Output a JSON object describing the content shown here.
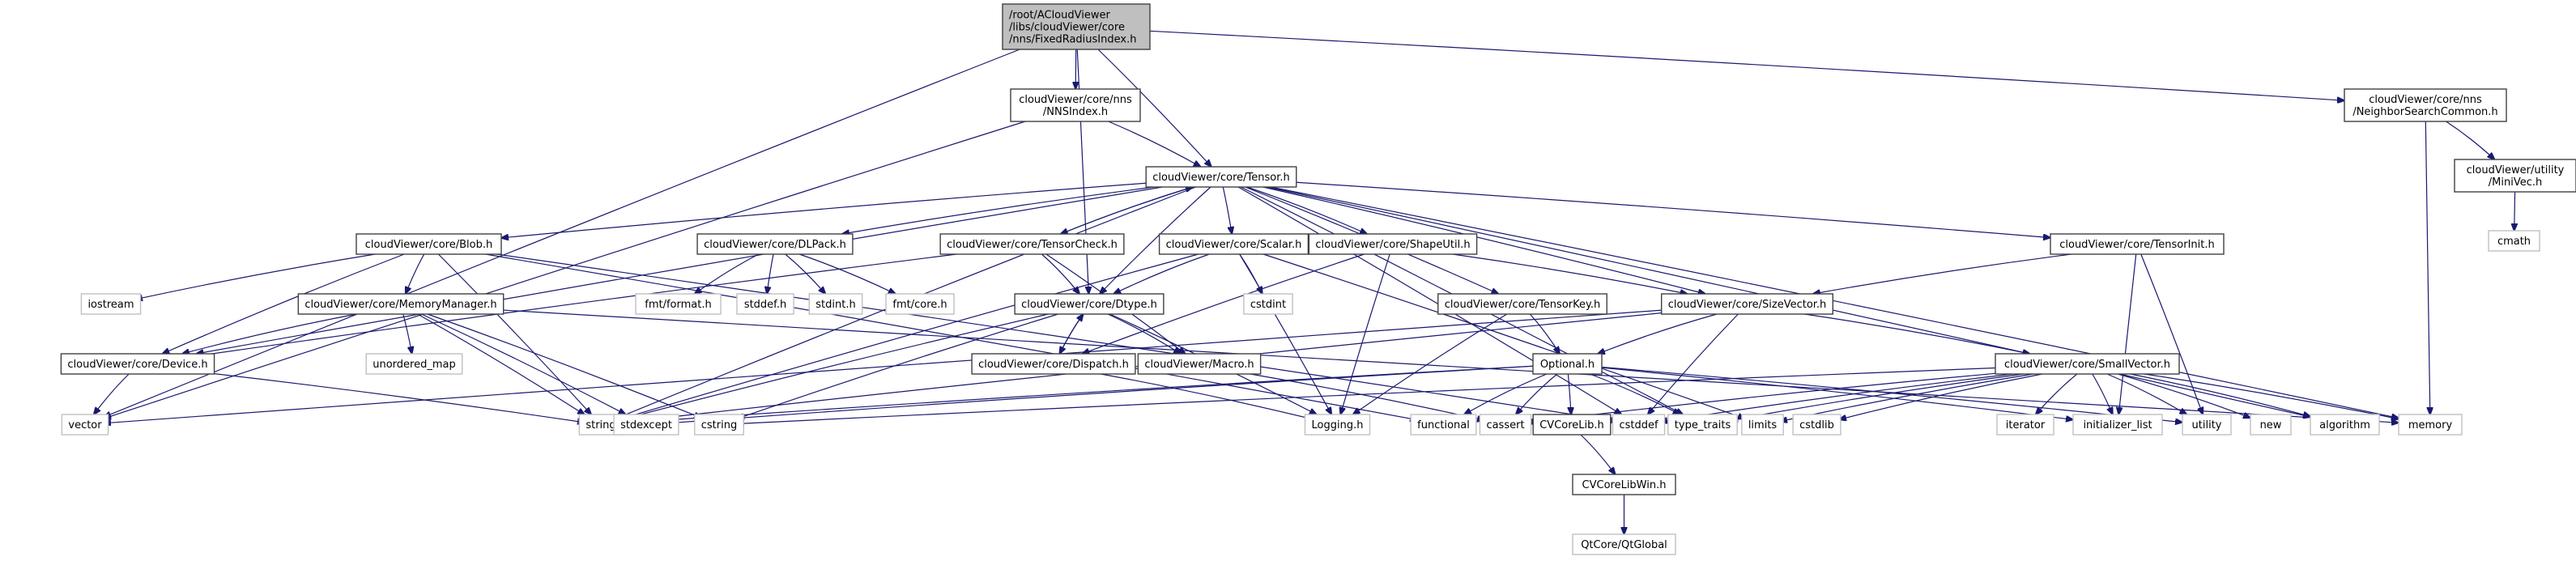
{
  "title": "Include dependency graph for FixedRadiusIndex.h",
  "colors": {
    "edge": "#191970",
    "root_fill": "#bfbfbf",
    "root_stroke": "#404040",
    "internal_stroke": "#404040",
    "external_stroke": "#c0c0c0",
    "node_fill": "#ffffff"
  },
  "nodes": [
    {
      "id": "root",
      "kind": "root",
      "lines": [
        "/root/ACloudViewer",
        "/libs/cloudViewer/core",
        "/nns/FixedRadiusIndex.h"
      ]
    },
    {
      "id": "nnsindex",
      "kind": "internal",
      "lines": [
        "cloudViewer/core/nns",
        "/NNSIndex.h"
      ]
    },
    {
      "id": "nscommon",
      "kind": "internal",
      "lines": [
        "cloudViewer/core/nns",
        "/NeighborSearchCommon.h"
      ]
    },
    {
      "id": "minivec",
      "kind": "internal",
      "lines": [
        "cloudViewer/utility",
        "/MiniVec.h"
      ]
    },
    {
      "id": "cmath",
      "kind": "external",
      "lines": [
        "cmath"
      ]
    },
    {
      "id": "tensor",
      "kind": "internal",
      "lines": [
        "cloudViewer/core/Tensor.h"
      ]
    },
    {
      "id": "blob",
      "kind": "internal",
      "lines": [
        "cloudViewer/core/Blob.h"
      ]
    },
    {
      "id": "dlpack",
      "kind": "internal",
      "lines": [
        "cloudViewer/core/DLPack.h"
      ]
    },
    {
      "id": "tensorcheck",
      "kind": "internal",
      "lines": [
        "cloudViewer/core/TensorCheck.h"
      ]
    },
    {
      "id": "scalar",
      "kind": "internal",
      "lines": [
        "cloudViewer/core/Scalar.h"
      ]
    },
    {
      "id": "shapeutil",
      "kind": "internal",
      "lines": [
        "cloudViewer/core/ShapeUtil.h"
      ]
    },
    {
      "id": "tensorinit",
      "kind": "internal",
      "lines": [
        "cloudViewer/core/TensorInit.h"
      ]
    },
    {
      "id": "iostream",
      "kind": "external",
      "lines": [
        "iostream"
      ]
    },
    {
      "id": "memmgr",
      "kind": "internal",
      "lines": [
        "cloudViewer/core/MemoryManager.h"
      ]
    },
    {
      "id": "fmtformat",
      "kind": "external",
      "lines": [
        "fmt/format.h"
      ]
    },
    {
      "id": "stddef",
      "kind": "external",
      "lines": [
        "stddef.h"
      ]
    },
    {
      "id": "stdint",
      "kind": "external",
      "lines": [
        "stdint.h"
      ]
    },
    {
      "id": "fmtcore",
      "kind": "external",
      "lines": [
        "fmt/core.h"
      ]
    },
    {
      "id": "dtype",
      "kind": "internal",
      "lines": [
        "cloudViewer/core/Dtype.h"
      ]
    },
    {
      "id": "cstdint",
      "kind": "external",
      "lines": [
        "cstdint"
      ]
    },
    {
      "id": "tensorkey",
      "kind": "internal",
      "lines": [
        "cloudViewer/core/TensorKey.h"
      ]
    },
    {
      "id": "sizevector",
      "kind": "internal",
      "lines": [
        "cloudViewer/core/SizeVector.h"
      ]
    },
    {
      "id": "device",
      "kind": "internal",
      "lines": [
        "cloudViewer/core/Device.h"
      ]
    },
    {
      "id": "unordered_map",
      "kind": "external",
      "lines": [
        "unordered_map"
      ]
    },
    {
      "id": "dispatch",
      "kind": "internal",
      "lines": [
        "cloudViewer/core/Dispatch.h"
      ]
    },
    {
      "id": "macro",
      "kind": "internal",
      "lines": [
        "cloudViewer/Macro.h"
      ]
    },
    {
      "id": "optional",
      "kind": "internal",
      "lines": [
        "Optional.h"
      ]
    },
    {
      "id": "smallvector",
      "kind": "internal",
      "lines": [
        "cloudViewer/core/SmallVector.h"
      ]
    },
    {
      "id": "vector",
      "kind": "external",
      "lines": [
        "vector"
      ]
    },
    {
      "id": "string",
      "kind": "external",
      "lines": [
        "string"
      ]
    },
    {
      "id": "stdexcept",
      "kind": "external",
      "lines": [
        "stdexcept"
      ]
    },
    {
      "id": "cstring",
      "kind": "external",
      "lines": [
        "cstring"
      ]
    },
    {
      "id": "logging",
      "kind": "external",
      "lines": [
        "Logging.h"
      ]
    },
    {
      "id": "functional",
      "kind": "external",
      "lines": [
        "functional"
      ]
    },
    {
      "id": "cassert",
      "kind": "external",
      "lines": [
        "cassert"
      ]
    },
    {
      "id": "cvcorelib",
      "kind": "internal",
      "lines": [
        "CVCoreLib.h"
      ]
    },
    {
      "id": "cstddef",
      "kind": "external",
      "lines": [
        "cstddef"
      ]
    },
    {
      "id": "type_traits",
      "kind": "external",
      "lines": [
        "type_traits"
      ]
    },
    {
      "id": "limits",
      "kind": "external",
      "lines": [
        "limits"
      ]
    },
    {
      "id": "cstdlib",
      "kind": "external",
      "lines": [
        "cstdlib"
      ]
    },
    {
      "id": "iterator",
      "kind": "external",
      "lines": [
        "iterator"
      ]
    },
    {
      "id": "initializer_list",
      "kind": "external",
      "lines": [
        "initializer_list"
      ]
    },
    {
      "id": "utility",
      "kind": "external",
      "lines": [
        "utility"
      ]
    },
    {
      "id": "new",
      "kind": "external",
      "lines": [
        "new"
      ]
    },
    {
      "id": "algorithm",
      "kind": "external",
      "lines": [
        "algorithm"
      ]
    },
    {
      "id": "memory",
      "kind": "external",
      "lines": [
        "memory"
      ]
    },
    {
      "id": "cvcorelibwin",
      "kind": "internal",
      "lines": [
        "CVCoreLibWin.h"
      ]
    },
    {
      "id": "qtglobal",
      "kind": "external",
      "lines": [
        "QtCore/QtGlobal"
      ]
    }
  ],
  "edges": [
    [
      "root",
      "nnsindex"
    ],
    [
      "root",
      "tensor"
    ],
    [
      "root",
      "nscommon"
    ],
    [
      "root",
      "vector"
    ],
    [
      "root",
      "dtype"
    ],
    [
      "nnsindex",
      "tensor"
    ],
    [
      "nnsindex",
      "vector"
    ],
    [
      "nscommon",
      "minivec"
    ],
    [
      "nscommon",
      "memory"
    ],
    [
      "minivec",
      "cmath"
    ],
    [
      "tensor",
      "blob"
    ],
    [
      "tensor",
      "dlpack"
    ],
    [
      "tensor",
      "tensorcheck"
    ],
    [
      "tensor",
      "scalar"
    ],
    [
      "tensor",
      "shapeutil"
    ],
    [
      "tensor",
      "tensorinit"
    ],
    [
      "tensor",
      "tensorkey"
    ],
    [
      "tensor",
      "sizevector"
    ],
    [
      "tensor",
      "dtype"
    ],
    [
      "tensor",
      "device"
    ],
    [
      "tensor",
      "string"
    ],
    [
      "tensor",
      "cstddef"
    ],
    [
      "tensor",
      "type_traits"
    ],
    [
      "tensor",
      "algorithm"
    ],
    [
      "tensor",
      "memory"
    ],
    [
      "blob",
      "memmgr"
    ],
    [
      "blob",
      "device"
    ],
    [
      "blob",
      "iostream"
    ],
    [
      "blob",
      "string"
    ],
    [
      "blob",
      "functional"
    ],
    [
      "blob",
      "cstddef"
    ],
    [
      "memmgr",
      "device"
    ],
    [
      "memmgr",
      "unordered_map"
    ],
    [
      "memmgr",
      "string"
    ],
    [
      "memmgr",
      "stdexcept"
    ],
    [
      "memmgr",
      "cstring"
    ],
    [
      "memmgr",
      "memory"
    ],
    [
      "dlpack",
      "fmtformat"
    ],
    [
      "dlpack",
      "stddef"
    ],
    [
      "dlpack",
      "stdint"
    ],
    [
      "dlpack",
      "fmtcore"
    ],
    [
      "tensorcheck",
      "tensor"
    ],
    [
      "tensorcheck",
      "dtype"
    ],
    [
      "tensorcheck",
      "device"
    ],
    [
      "tensorcheck",
      "macro"
    ],
    [
      "scalar",
      "dtype"
    ],
    [
      "scalar",
      "cstdint"
    ],
    [
      "scalar",
      "logging"
    ],
    [
      "scalar",
      "string"
    ],
    [
      "scalar",
      "limits"
    ],
    [
      "shapeutil",
      "sizevector"
    ],
    [
      "shapeutil",
      "dispatch"
    ],
    [
      "shapeutil",
      "logging"
    ],
    [
      "tensorinit",
      "sizevector"
    ],
    [
      "tensorinit",
      "initializer_list"
    ],
    [
      "tensorinit",
      "utility"
    ],
    [
      "tensorkey",
      "optional"
    ],
    [
      "tensorkey",
      "logging"
    ],
    [
      "sizevector",
      "optional"
    ],
    [
      "sizevector",
      "smallvector"
    ],
    [
      "sizevector",
      "cstddef"
    ],
    [
      "sizevector",
      "string"
    ],
    [
      "sizevector",
      "vector"
    ],
    [
      "dtype",
      "dispatch"
    ],
    [
      "dtype",
      "macro"
    ],
    [
      "dtype",
      "string"
    ],
    [
      "dtype",
      "cstring"
    ],
    [
      "dtype",
      "logging"
    ],
    [
      "dispatch",
      "dtype"
    ],
    [
      "dispatch",
      "logging"
    ],
    [
      "macro",
      "cassert"
    ],
    [
      "device",
      "vector"
    ],
    [
      "device",
      "string"
    ],
    [
      "optional",
      "functional"
    ],
    [
      "optional",
      "cassert"
    ],
    [
      "optional",
      "cvcorelib"
    ],
    [
      "optional",
      "type_traits"
    ],
    [
      "optional",
      "utility"
    ],
    [
      "optional",
      "initializer_list"
    ],
    [
      "optional",
      "stdexcept"
    ],
    [
      "optional",
      "string"
    ],
    [
      "smallvector",
      "algorithm"
    ],
    [
      "smallvector",
      "cassert"
    ],
    [
      "smallvector",
      "cstddef"
    ],
    [
      "smallvector",
      "cstdlib"
    ],
    [
      "smallvector",
      "cstring"
    ],
    [
      "smallvector",
      "initializer_list"
    ],
    [
      "smallvector",
      "iterator"
    ],
    [
      "smallvector",
      "limits"
    ],
    [
      "smallvector",
      "memory"
    ],
    [
      "smallvector",
      "new"
    ],
    [
      "smallvector",
      "type_traits"
    ],
    [
      "smallvector",
      "utility"
    ],
    [
      "cvcorelib",
      "cvcorelibwin"
    ],
    [
      "cvcorelibwin",
      "qtglobal"
    ]
  ]
}
